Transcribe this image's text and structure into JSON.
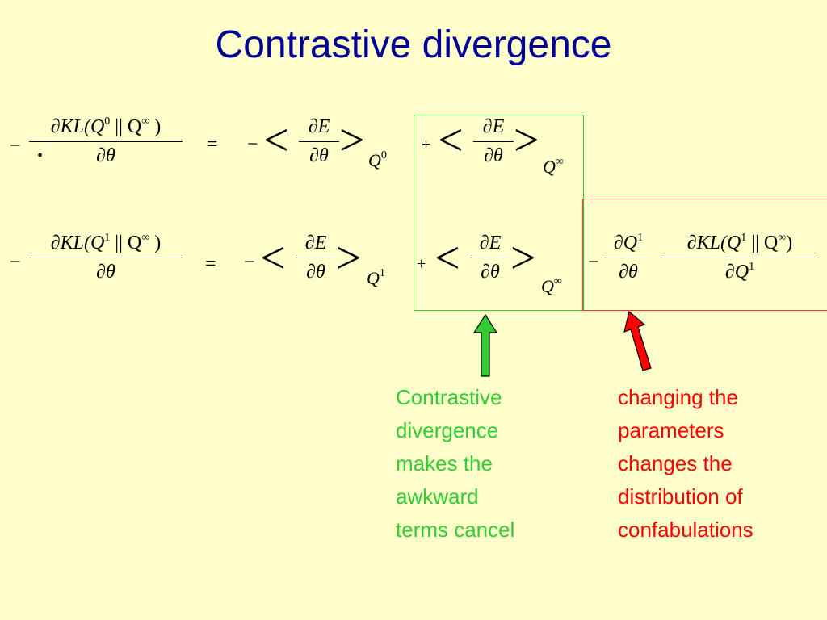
{
  "slide": {
    "title": "Contrastive divergence",
    "colors": {
      "background": "#ffffcc",
      "title": "#000099",
      "green": "#33cc33",
      "red": "#ff0000"
    }
  },
  "equations": {
    "minus": "−",
    "plus": "+",
    "equals": "=",
    "lt": "<",
    "gt": ">",
    "dot": ".",
    "row1": {
      "lhs_num_prefix": "∂KL(Q",
      "lhs_num_sup1": "0",
      "lhs_num_mid": " || Q",
      "lhs_num_sup2": "∞",
      "lhs_num_close": " )",
      "lhs_den": "∂θ",
      "dE": "∂E",
      "dtheta": "∂θ",
      "sub1_base": "Q",
      "sub1_sup": "0",
      "sub2_base": "Q",
      "sub2_sup": "∞"
    },
    "row2": {
      "lhs_num_prefix": "∂KL(Q",
      "lhs_num_sup1": "1",
      "lhs_num_mid": " || Q",
      "lhs_num_sup2": "∞",
      "lhs_num_close": " )",
      "lhs_den": "∂θ",
      "dE": "∂E",
      "dtheta": "∂θ",
      "sub1_base": "Q",
      "sub1_sup": "1",
      "sub2_base": "Q",
      "sub2_sup": "∞",
      "extra1_num_base": "∂Q",
      "extra1_num_sup": "1",
      "extra1_den": "∂θ",
      "extra2_num_prefix": "∂KL(Q",
      "extra2_num_sup1": "1",
      "extra2_num_mid": " || Q",
      "extra2_num_sup2": "∞",
      "extra2_num_close": ")",
      "extra2_den_base": "∂Q",
      "extra2_den_sup": "1"
    }
  },
  "captions": {
    "green": [
      "Contrastive",
      "divergence",
      "makes the",
      "awkward",
      "terms cancel"
    ],
    "red": [
      "changing the",
      "parameters",
      "changes the",
      "distribution of",
      "confabulations"
    ]
  }
}
